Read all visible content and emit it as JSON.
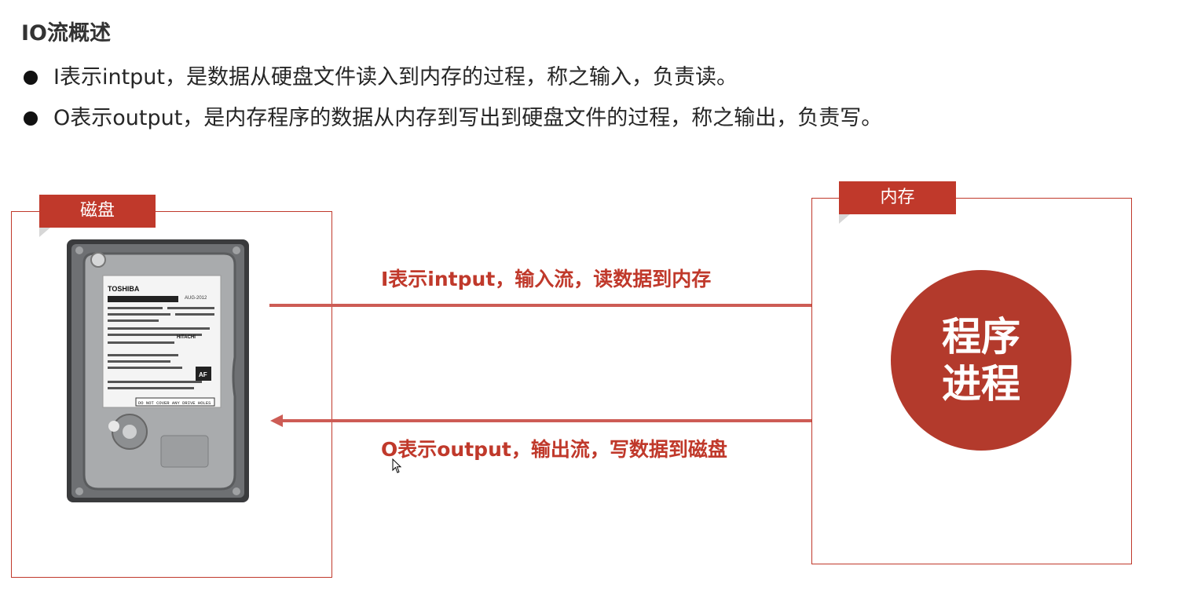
{
  "title": "IO流概述",
  "bullets": [
    "I表示intput，是数据从硬盘文件读入到内存的过程，称之输入，负责读。",
    "O表示output，是内存程序的数据从内存到写出到硬盘文件的过程，称之输出，负责写。"
  ],
  "diagram": {
    "disk_label": "磁盘",
    "memory_label": "内存",
    "input_arrow_label": "I表示intput，输入流，读数据到内存",
    "output_arrow_label": "O表示output，输出流，写数据到磁盘",
    "process_line1": "程序",
    "process_line2": "进程"
  },
  "hdd_label": {
    "brand": "TOSHIBA",
    "date": "AUG-2012",
    "maker": "HITACHI",
    "warning": "DO NOT COVER ANY DRIVE HOLES"
  },
  "colors": {
    "accent": "#c0392b",
    "process_circle": "#b33a2c",
    "arrow": "#cd5c55"
  }
}
